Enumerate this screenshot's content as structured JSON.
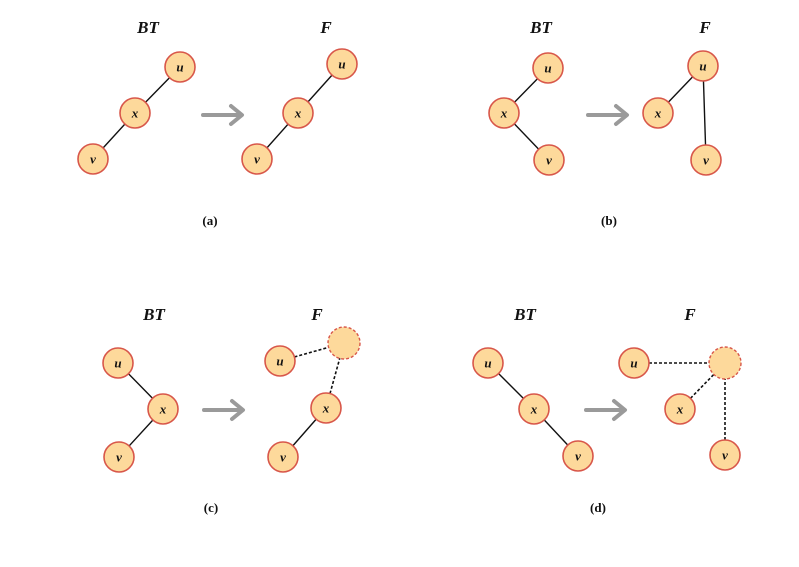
{
  "panels": [
    {
      "id": "a",
      "caption": "(a)",
      "left_title": "BT",
      "right_title": "F",
      "left_nodes": [
        "u",
        "x",
        "v"
      ],
      "right_nodes": [
        "u",
        "x",
        "v"
      ]
    },
    {
      "id": "b",
      "caption": "(b)",
      "left_title": "BT",
      "right_title": "F",
      "left_nodes": [
        "u",
        "x",
        "v"
      ],
      "right_nodes": [
        "u",
        "x",
        "v"
      ]
    },
    {
      "id": "c",
      "caption": "(c)",
      "left_title": "BT",
      "right_title": "F",
      "left_nodes": [
        "u",
        "x",
        "v"
      ],
      "right_nodes": [
        "u",
        "x",
        "v"
      ]
    },
    {
      "id": "d",
      "caption": "(d)",
      "left_title": "BT",
      "right_title": "F",
      "left_nodes": [
        "u",
        "x",
        "v"
      ],
      "right_nodes": [
        "u",
        "x",
        "v"
      ]
    }
  ],
  "colors": {
    "node_fill": "#fdd99b",
    "node_stroke": "#d8574a",
    "edge": "#111111",
    "arrow": "#9a9a9a"
  }
}
